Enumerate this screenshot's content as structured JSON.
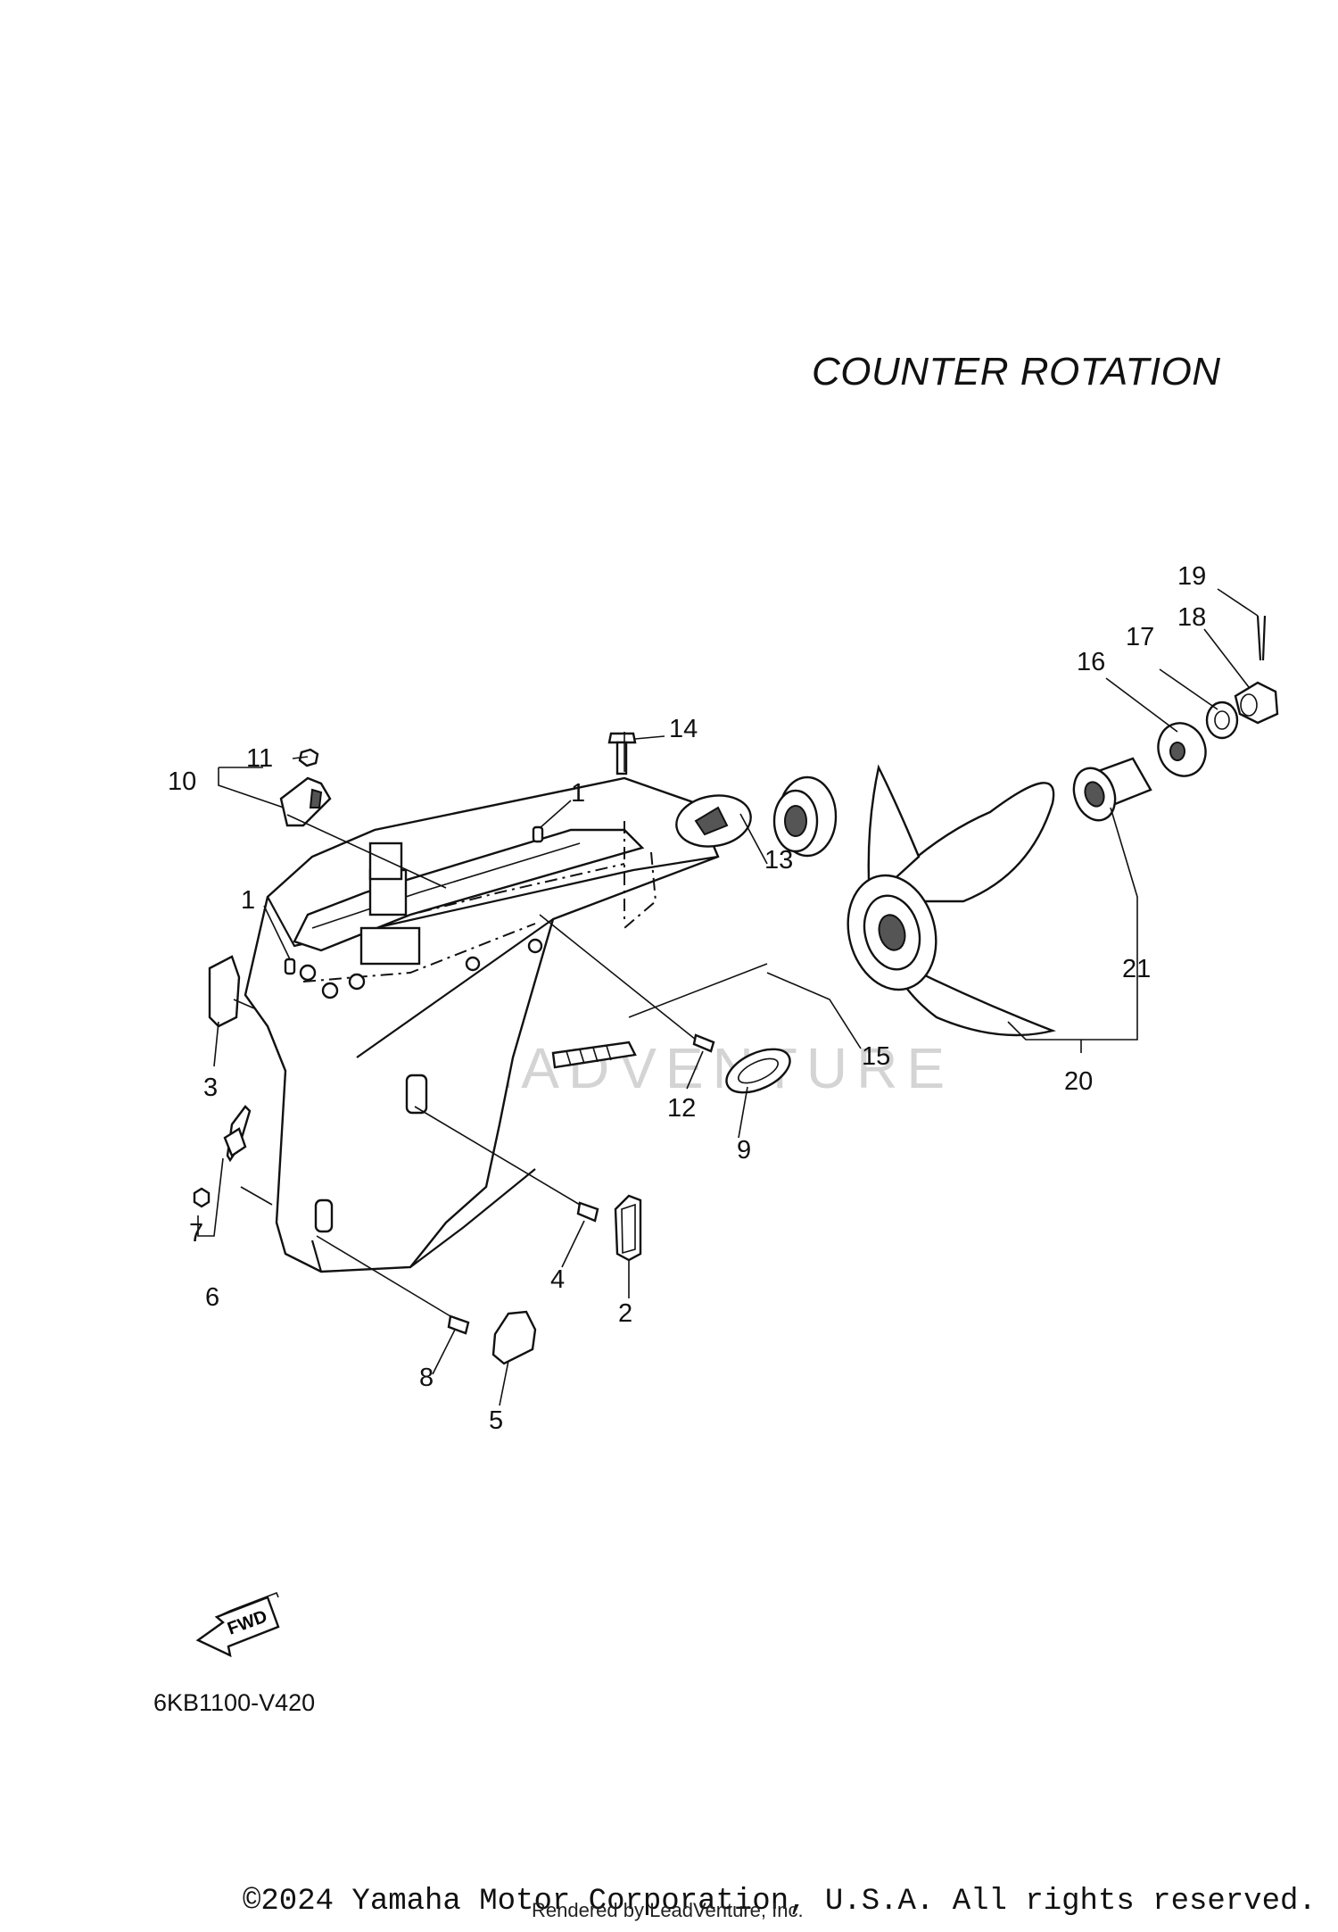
{
  "title": "COUNTER ROTATION",
  "diagram_code": "6KB1100-V420",
  "copyright": "©2024 Yamaha Motor Corporation, U.S.A. All rights reserved.",
  "rendered_by": "Rendered by LeadVenture, Inc.",
  "watermark": "LEADVENTURE",
  "fwd_label": "FWD",
  "callouts": {
    "c1a": "1",
    "c1b": "1",
    "c2": "2",
    "c3": "3",
    "c4": "4",
    "c5": "5",
    "c6": "6",
    "c7": "7",
    "c8": "8",
    "c9": "9",
    "c10": "10",
    "c11": "11",
    "c12": "12",
    "c13": "13",
    "c14": "14",
    "c15": "15",
    "c16": "16",
    "c17": "17",
    "c18": "18",
    "c19": "19",
    "c20": "20",
    "c21": "21"
  }
}
